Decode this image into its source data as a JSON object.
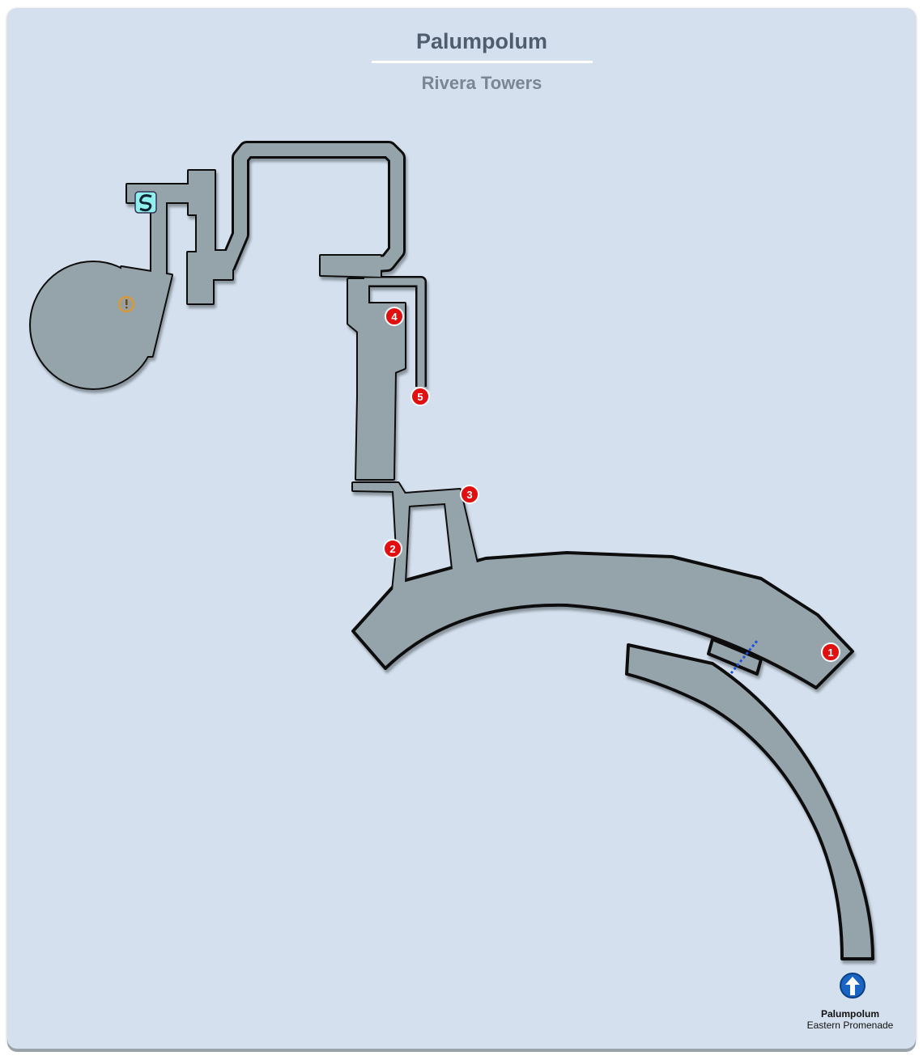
{
  "header": {
    "title": "Palumpolum",
    "subtitle": "Rivera Towers"
  },
  "exit": {
    "name": "Palumpolum",
    "area": "Eastern Promenade",
    "icon": "up-arrow-icon"
  },
  "markers": [
    {
      "number": "1",
      "color": "#e01010"
    },
    {
      "number": "2",
      "color": "#e01010"
    },
    {
      "number": "3",
      "color": "#e01010"
    },
    {
      "number": "4",
      "color": "#e01010"
    },
    {
      "number": "5",
      "color": "#e01010"
    }
  ],
  "icons": {
    "save_point": "save-point-icon",
    "alert": "alert-icon"
  },
  "colors": {
    "floor": "#95a3ab",
    "background": "#d4e0ee",
    "marker": "#e01010"
  }
}
